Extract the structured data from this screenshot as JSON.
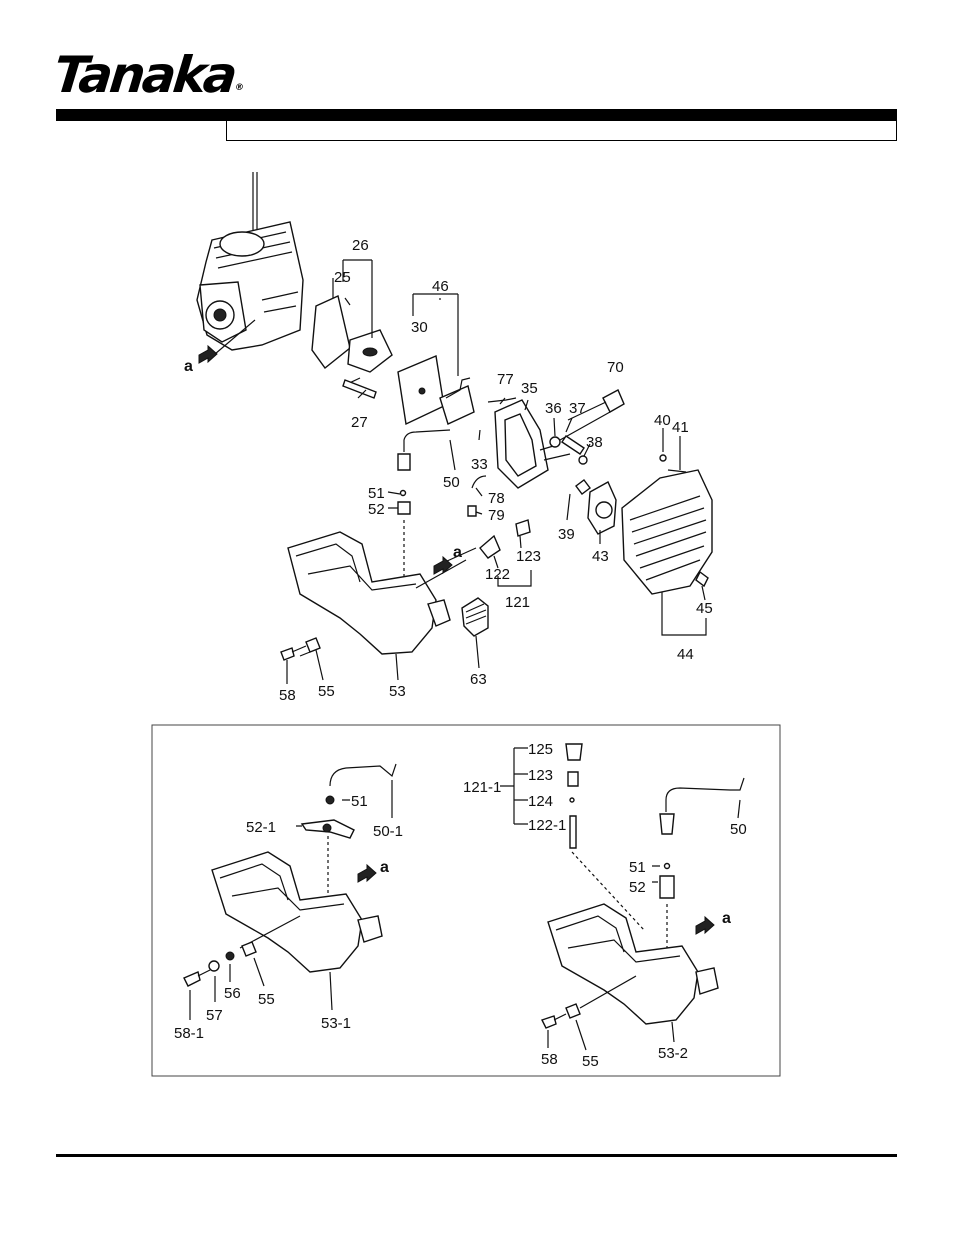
{
  "brand": {
    "name": "Tanaka",
    "registered": "®"
  },
  "title_box_text": "",
  "arrow_letter": "a",
  "main_labels": [
    "26",
    "25",
    "46",
    "30",
    "27",
    "77",
    "35",
    "70",
    "36",
    "37",
    "40",
    "41",
    "38",
    "33",
    "50",
    "51",
    "52",
    "78",
    "79",
    "39",
    "43",
    "123",
    "122",
    "121",
    "45",
    "44",
    "58",
    "55",
    "53",
    "63"
  ],
  "inset_left_labels": [
    "51",
    "50-1",
    "52-1",
    "58-1",
    "57",
    "56",
    "55",
    "53-1"
  ],
  "inset_right_labels": [
    "125",
    "123",
    "121-1",
    "124",
    "122-1",
    "50",
    "51",
    "52",
    "58",
    "55",
    "53-2"
  ]
}
